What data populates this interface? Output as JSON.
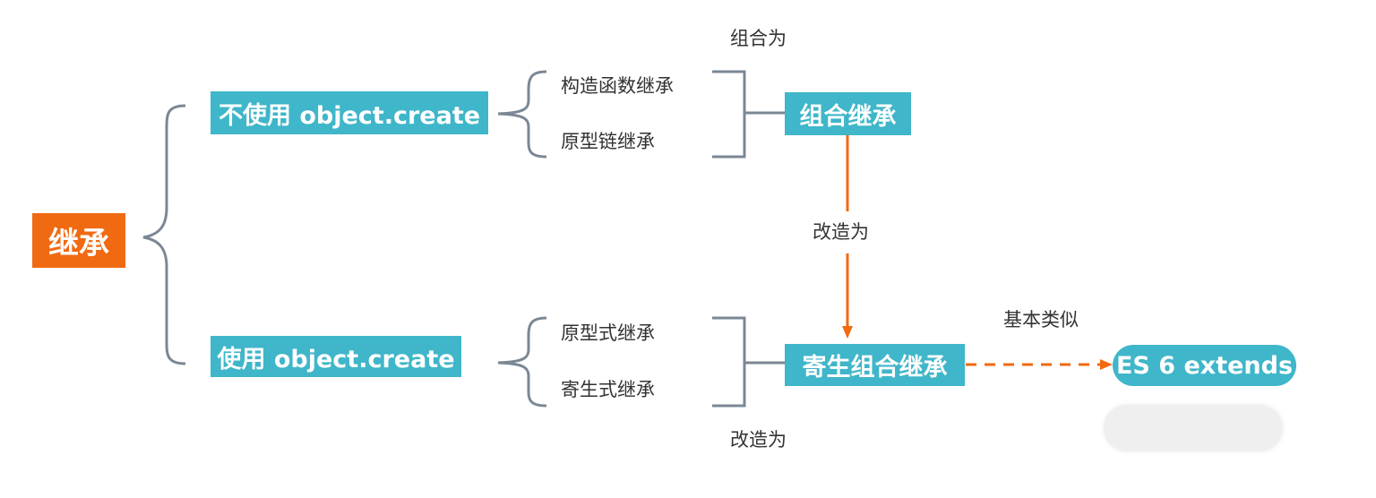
{
  "colors": {
    "teal": "#3fb6c9",
    "orange": "#f06a12",
    "line": "#7b8794",
    "text": "#333333"
  },
  "root": {
    "label": "继承"
  },
  "branches": [
    {
      "label": "不使用 object.create",
      "items": [
        "构造函数继承",
        "原型链继承"
      ],
      "combined": "组合继承"
    },
    {
      "label": "使用 object.create",
      "items": [
        "原型式继承",
        "寄生式继承"
      ],
      "combined": "寄生组合继承"
    }
  ],
  "annotations": {
    "top_combine": "组合为",
    "bottom_transform": "改造为",
    "arrow_transform": "改造为",
    "similar": "基本类似"
  },
  "result": {
    "label": "ES 6 extends"
  }
}
